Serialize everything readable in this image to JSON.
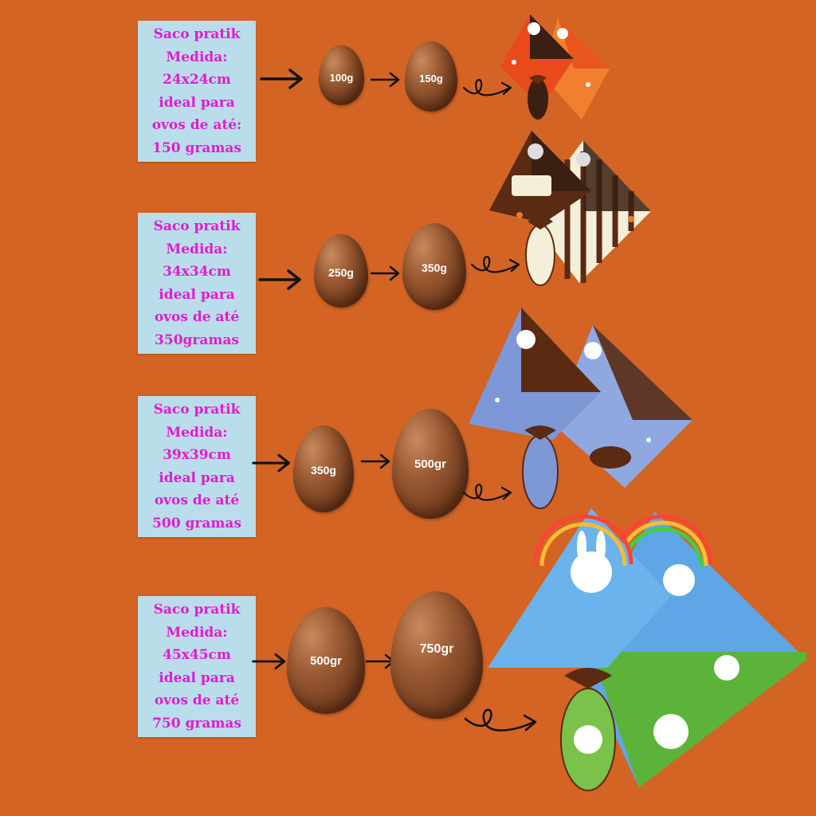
{
  "rows": [
    {
      "label": [
        "Saco pratik",
        "Medida:",
        "24x24cm",
        "ideal para",
        "ovos de até:",
        "150 gramas"
      ],
      "egg_small": "100g",
      "egg_large": "150g",
      "theme": {
        "a": "#E84A1C",
        "b": "#3A1F12",
        "c": "#F08030"
      }
    },
    {
      "label": [
        "Saco pratik",
        "Medida:",
        "34x34cm",
        "ideal para",
        "ovos de até",
        "350gramas"
      ],
      "egg_small": "250g",
      "egg_large": "350g",
      "theme": {
        "a": "#5A2A12",
        "b": "#F4EFD8",
        "c": "#3A1F12"
      }
    },
    {
      "label": [
        "Saco pratik",
        "Medida:",
        "39x39cm",
        "ideal para",
        "ovos de até",
        "500 gramas"
      ],
      "egg_small": "350g",
      "egg_large": "500gr",
      "theme": {
        "a": "#8FA8E0",
        "b": "#5A2A12",
        "c": "#7E97D6"
      }
    },
    {
      "label": [
        "Saco pratik",
        "Medida:",
        "45x45cm",
        "ideal para",
        "ovos de até",
        "750 gramas"
      ],
      "egg_small": "500gr",
      "egg_large": "750gr",
      "theme": {
        "a": "#5FA6E6",
        "b": "#5BB33A",
        "c": "#7BC24A"
      }
    }
  ]
}
